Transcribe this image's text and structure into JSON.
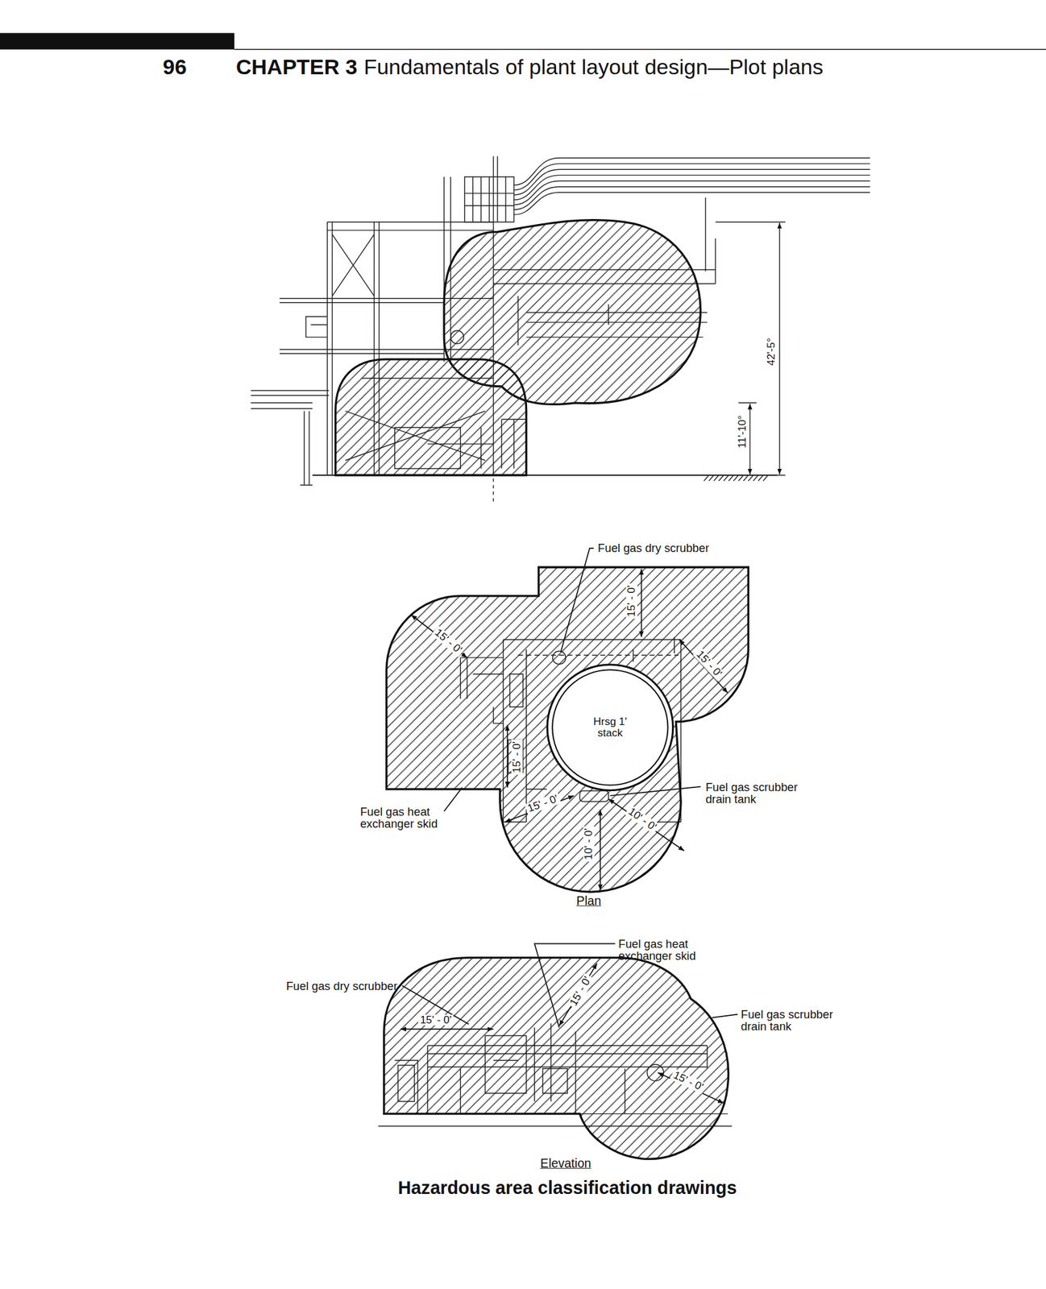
{
  "diagram": {
    "caption": "Hazardous area classification drawings",
    "nodes": [
      {
        "text": [
          "Hrsg 1' stack"
        ]
      }
    ],
    "labels": [
      "96",
      "CHAPTER 3",
      "Fundamentals of plant layout design—Plot plans",
      "42'-5°",
      "11'-10°",
      "Fuel gas dry scrubber",
      "15' - 0'",
      "15' - 0'",
      "15' - 0'",
      "15' - 0'",
      "Fuel gas heat exchanger skid",
      "15' - 0'",
      "Fuel gas scrubber drain tank",
      "10' - 0'",
      "10' - 0'",
      "Plan",
      "Fuel gas heat exchanger skid",
      "Fuel gas dry scrubber",
      "15' - 0'",
      "15' - 0'",
      "Fuel gas scrubber drain tank",
      "15' - 0'",
      "Elevation"
    ]
  }
}
